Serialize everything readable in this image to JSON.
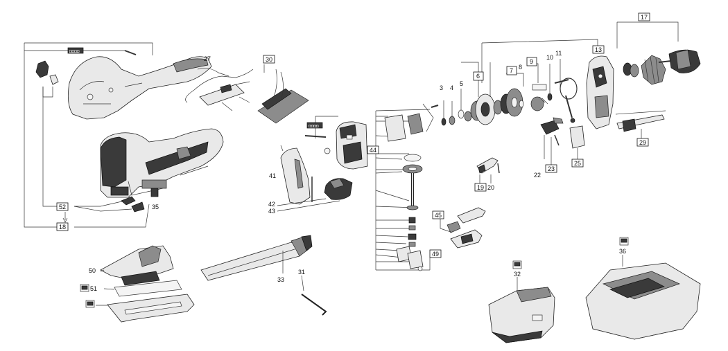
{
  "labels": {
    "l3": "3",
    "l4": "4",
    "l5": "5",
    "l6": "6",
    "l7": "7",
    "l8": "8",
    "l9": "9",
    "l10": "10",
    "l11": "11",
    "l13": "13",
    "l17": "17",
    "l18": "18",
    "l19": "19",
    "l20": "20",
    "l22": "22",
    "l23": "23",
    "l25": "25",
    "l27": "27",
    "l29": "29",
    "l30": "30",
    "l31": "31",
    "l32": "32",
    "l33": "33",
    "l35": "35",
    "l36": "36",
    "l41": "41",
    "l42": "42",
    "l43": "43",
    "l44": "44",
    "l45": "45",
    "l49": "49",
    "l50": "50",
    "l51": "51",
    "l52": "52"
  },
  "screw_kit_badge": "◘◘◘◘"
}
